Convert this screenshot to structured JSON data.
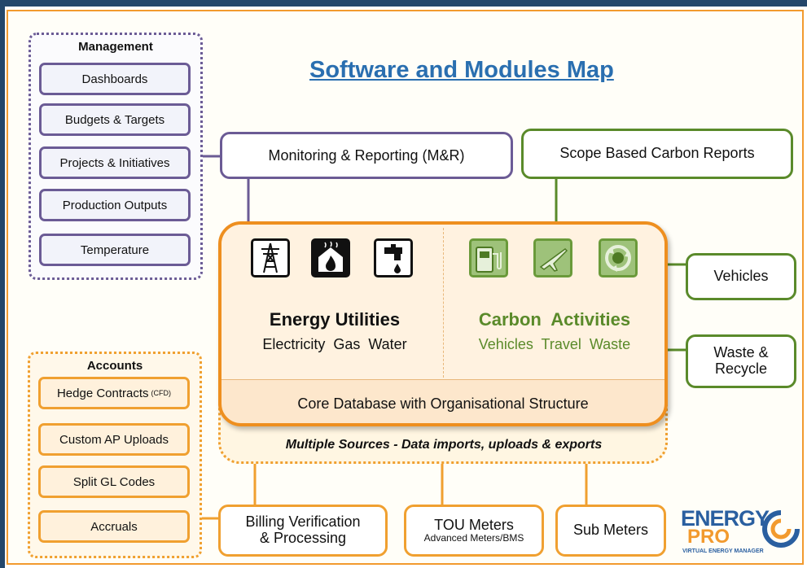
{
  "title": "Software and Modules Map",
  "management": {
    "heading": "Management",
    "items": [
      "Dashboards",
      "Budgets & Targets",
      "Projects & Initiatives",
      "Production Outputs",
      "Temperature"
    ]
  },
  "accounts": {
    "heading": "Accounts",
    "items": [
      {
        "label": "Hedge Contracts",
        "note": "(CFD)"
      },
      {
        "label": "Custom AP Uploads",
        "note": ""
      },
      {
        "label": "Split GL Codes",
        "note": ""
      },
      {
        "label": "Accruals",
        "note": ""
      }
    ]
  },
  "top_boxes": {
    "monitoring": "Monitoring & Reporting (M&R)",
    "scope": "Scope Based Carbon Reports"
  },
  "right_boxes": {
    "vehicles": "Vehicles",
    "waste_line1": "Waste &",
    "waste_line2": "Recycle"
  },
  "core": {
    "energy_title": "Energy Utilities",
    "energy_items": "Electricity  Gas  Water",
    "carbon_title": "Carbon  Activities",
    "carbon_items": "Vehicles  Travel  Waste",
    "database": "Core Database with Organisational Structure",
    "sources": "Multiple Sources - Data imports, uploads & exports"
  },
  "icons": [
    "electricity-pylon-icon",
    "gas-flame-house-icon",
    "water-tap-icon",
    "fuel-pump-icon",
    "airplane-icon",
    "recycle-icon"
  ],
  "bottom_boxes": {
    "billing_line1": "Billing Verification",
    "billing_line2": "& Processing",
    "tou_title": "TOU Meters",
    "tou_sub": "Advanced Meters/BMS",
    "sub_meters": "Sub Meters"
  },
  "logo": {
    "energy": "ENERGY",
    "pro": "PRO",
    "tagline": "VIRTUAL ENERGY MANAGER"
  },
  "colors": {
    "management": "#6b5b95",
    "accounts": "#f0a030",
    "carbon": "#5a8a2a",
    "title": "#2a6fb0"
  }
}
